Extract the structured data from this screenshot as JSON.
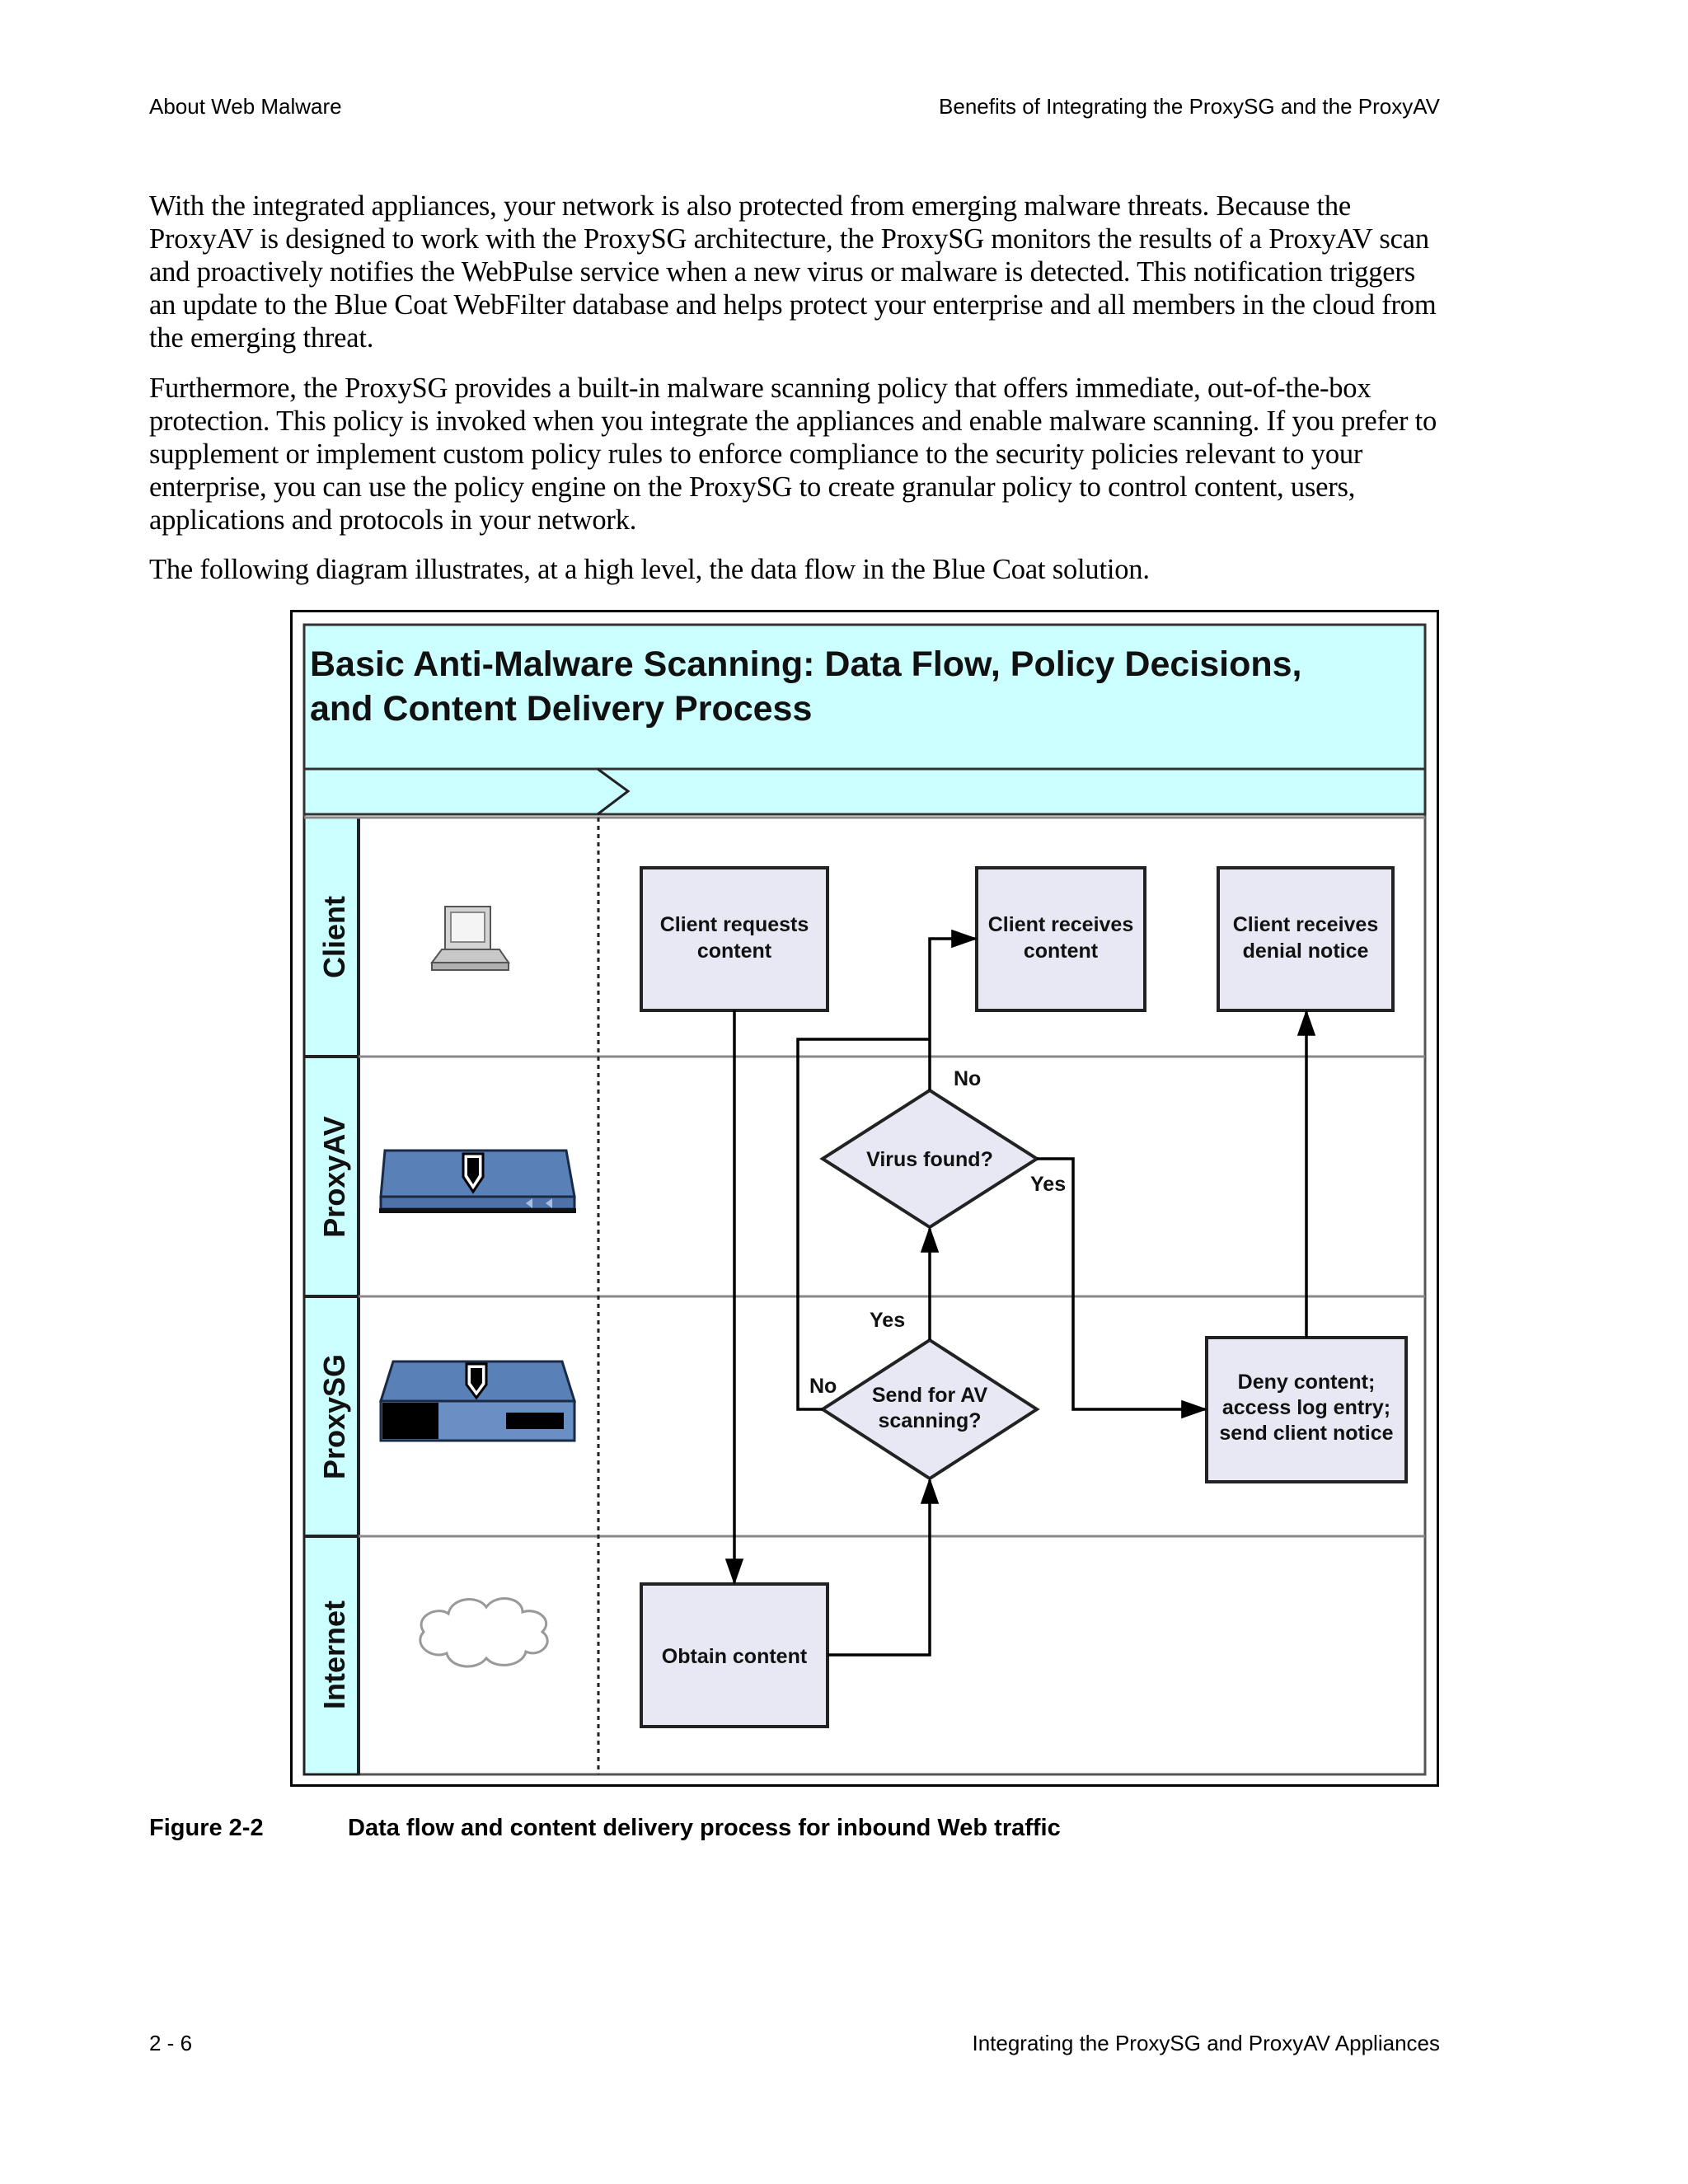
{
  "header": {
    "left": "About Web Malware",
    "right": "Benefits of Integrating the ProxySG and the ProxyAV"
  },
  "paragraphs": [
    "With the integrated appliances, your network is also protected from emerging malware threats. Because the ProxyAV is designed to work with the ProxySG architecture, the ProxySG monitors the results of a ProxyAV scan and proactively notifies the WebPulse service when a new virus or malware is detected. This notification triggers an update to the Blue Coat WebFilter database and helps protect your enterprise and all members in the cloud from the emerging threat.",
    "Furthermore, the ProxySG provides a built-in malware scanning policy that offers immediate, out-of-the-box protection. This policy is invoked when you integrate the appliances and enable malware scanning. If you prefer to supplement or implement custom policy rules to enforce compliance to the security policies relevant to your enterprise, you can use the policy engine on the ProxySG to create granular policy to control content, users, applications and protocols in your network.",
    "The following diagram illustrates, at a high level, the data flow in the Blue Coat solution."
  ],
  "diagram": {
    "title_line1": "Basic Anti-Malware Scanning: Data Flow, Policy Decisions,",
    "title_line2": "and Content Delivery Process",
    "lanes": [
      "Client",
      "ProxyAV",
      "ProxySG",
      "Internet"
    ],
    "nodes": {
      "client_requests": [
        "Client requests",
        "content"
      ],
      "client_receives": [
        "Client receives",
        "content"
      ],
      "client_denial": [
        "Client receives",
        "denial notice"
      ],
      "virus_found": "Virus found?",
      "send_for_av": [
        "Send for AV",
        "scanning?"
      ],
      "deny_content": [
        "Deny content;",
        "access log entry;",
        "send client notice"
      ],
      "obtain_content": "Obtain content"
    },
    "edge_labels": {
      "no_top": "No",
      "yes_right": "Yes",
      "yes_mid": "Yes",
      "no_left": "No"
    },
    "colors": {
      "lane_header": "#ccffff",
      "box_fill": "#e8e8f4",
      "appliance_blue": "#5a80b8"
    },
    "icons": [
      "computer-icon",
      "proxyav-appliance-icon",
      "proxysg-appliance-icon",
      "cloud-icon"
    ]
  },
  "caption": {
    "number": "Figure 2-2",
    "title": "Data flow and content delivery process for inbound Web traffic"
  },
  "footer": {
    "left": "2 - 6",
    "right": "Integrating the ProxySG and ProxyAV Appliances"
  }
}
